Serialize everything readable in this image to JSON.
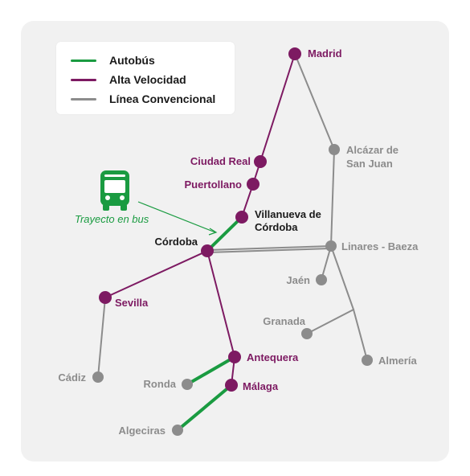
{
  "colors": {
    "bus": "#1a9b41",
    "highspeed": "#7d1a62",
    "conventional": "#8c8c8c",
    "panel": "#f1f1f1",
    "text_dark": "#1a1a1a"
  },
  "legend": {
    "items": [
      {
        "label": "Autobús",
        "color": "#1a9b41"
      },
      {
        "label": "Alta Velocidad",
        "color": "#7d1a62"
      },
      {
        "label": "Línea Convencional",
        "color": "#8c8c8c"
      }
    ]
  },
  "bus_annotation": {
    "icon": "bus-icon",
    "label": "Trayecto en bus"
  },
  "stations": {
    "madrid": "Madrid",
    "ciudad_real": "Ciudad Real",
    "puertollano": "Puertollano",
    "villanueva_1": "Villanueva de",
    "villanueva_2": "Córdoba",
    "cordoba": "Córdoba",
    "alcazar_1": "Alcázar de",
    "alcazar_2": "San Juan",
    "linares": "Linares - Baeza",
    "jaen": "Jaén",
    "granada": "Granada",
    "almeria": "Almería",
    "sevilla": "Sevilla",
    "cadiz": "Cádiz",
    "antequera": "Antequera",
    "ronda": "Ronda",
    "malaga": "Málaga",
    "algeciras": "Algeciras"
  }
}
